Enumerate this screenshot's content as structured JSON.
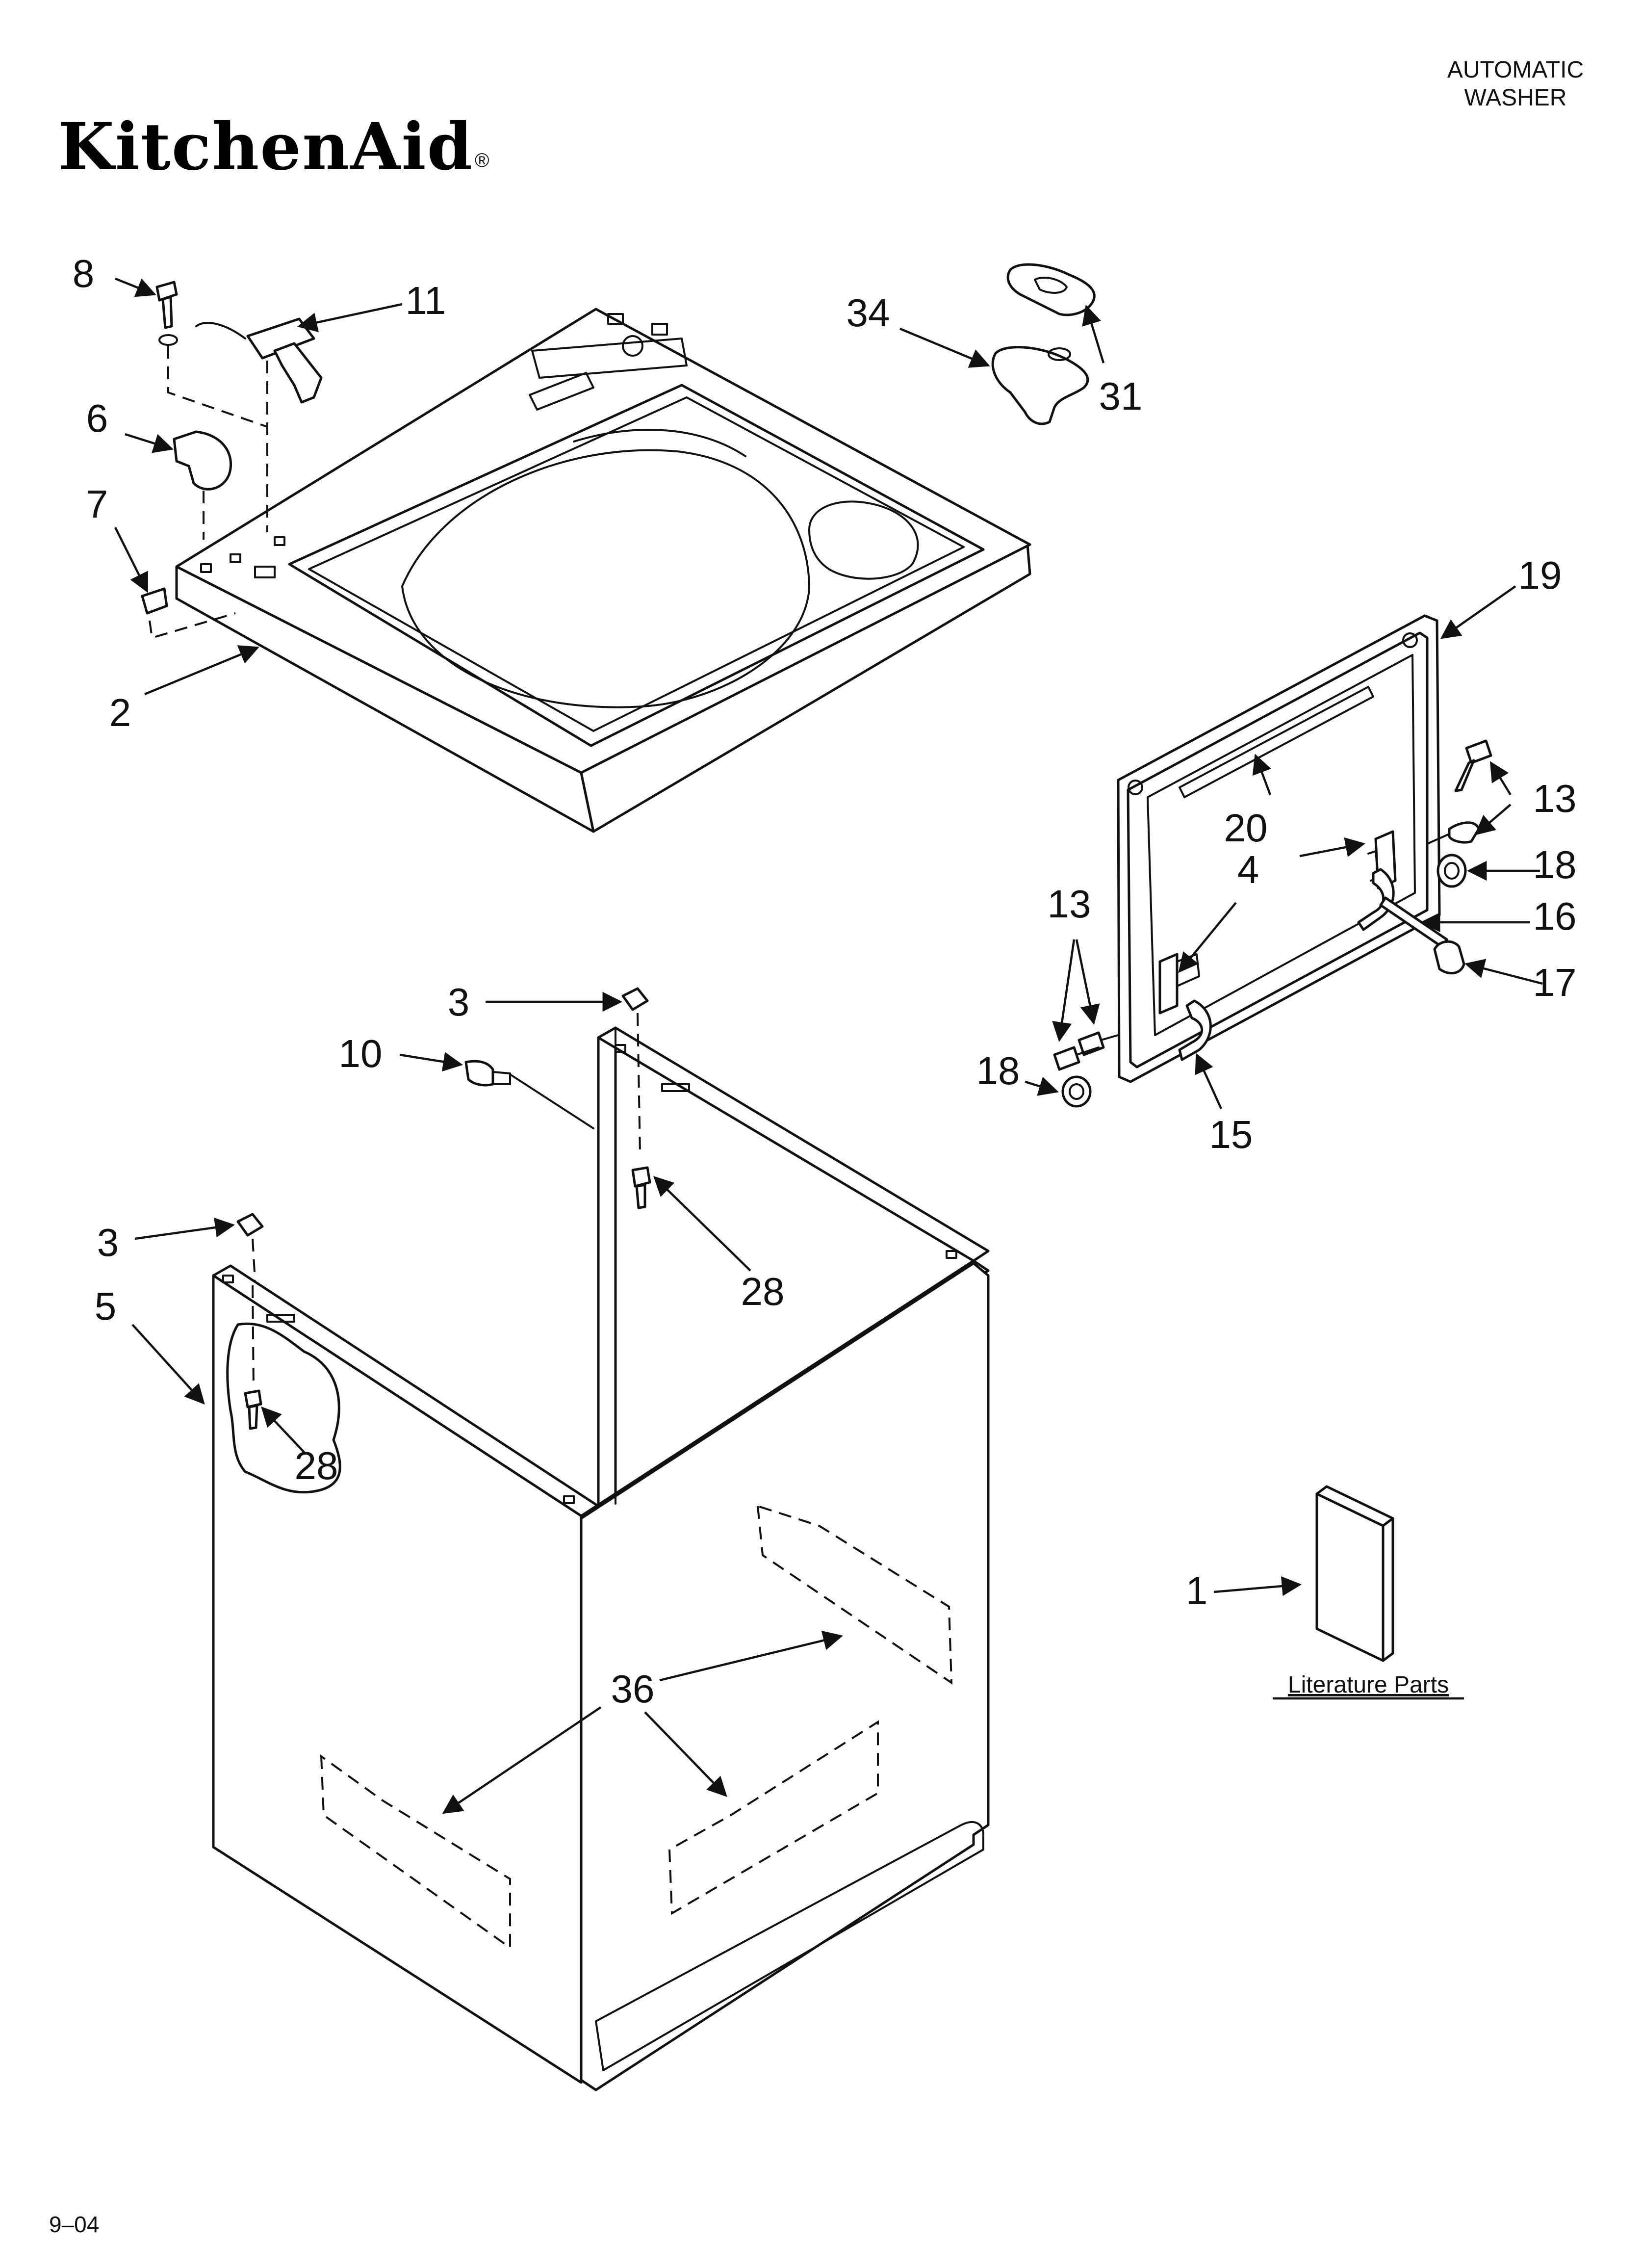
{
  "header": {
    "brand": "KitchenAid",
    "registered_mark": "®",
    "product_line1": "AUTOMATIC",
    "product_line2": "WASHER"
  },
  "footer": {
    "date_code": "9–04"
  },
  "literature": {
    "label": "Literature Parts"
  },
  "callouts": {
    "c1": "1",
    "c2": "2",
    "c3a": "3",
    "c3b": "3",
    "c4": "4",
    "c5": "5",
    "c6": "6",
    "c7": "7",
    "c8": "8",
    "c10": "10",
    "c11": "11",
    "c13a": "13",
    "c13b": "13",
    "c15": "15",
    "c16": "16",
    "c17": "17",
    "c18a": "18",
    "c18b": "18",
    "c19": "19",
    "c20": "20",
    "c28a": "28",
    "c28b": "28",
    "c31": "31",
    "c34": "34",
    "c36": "36"
  },
  "colors": {
    "ink": "#111111",
    "paper": "#ffffff"
  }
}
